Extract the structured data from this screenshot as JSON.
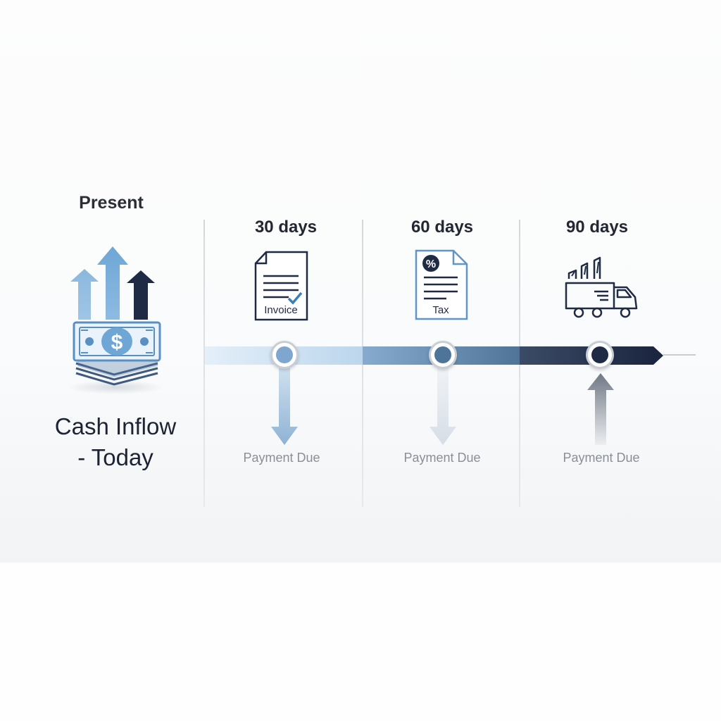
{
  "present": {
    "label": "Present",
    "title_line1": "Cash Inflow",
    "title_line2": "- Today"
  },
  "periods": [
    {
      "label": "30 days",
      "document_label": "Invoice",
      "due_label": "Payment Due",
      "icon": "invoice-icon"
    },
    {
      "label": "60 days",
      "document_label": "Tax",
      "tax_symbol": "%",
      "due_label": "Payment Due",
      "icon": "tax-document-icon"
    },
    {
      "label": "90 days",
      "due_label": "Payment Due",
      "icon": "delivery-truck-icon"
    }
  ],
  "icons": {
    "cash": "cash-stack-with-up-arrows-icon"
  },
  "colors": {
    "light_blue": "#7fa9d1",
    "mid_blue": "#4d7399",
    "dark_navy": "#1f2a44",
    "pale_blue": "#dbe9f5"
  }
}
